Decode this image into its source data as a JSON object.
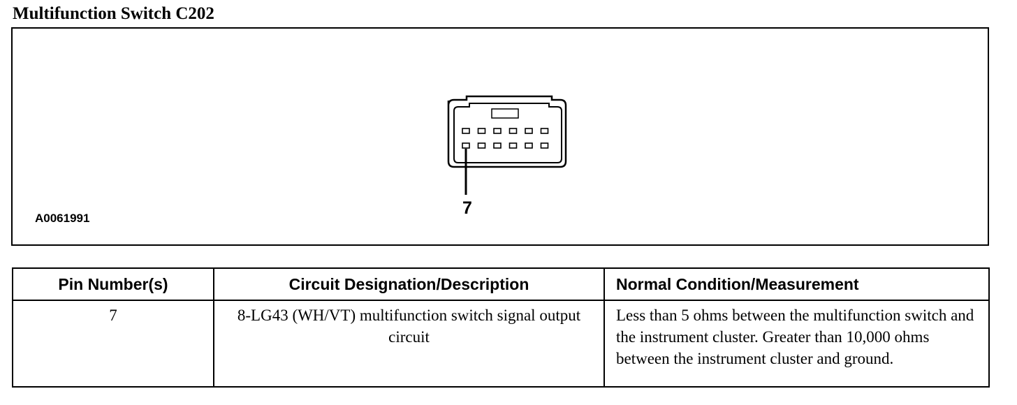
{
  "title": "Multifunction Switch C202",
  "figure": {
    "id": "A0061991",
    "pin_callout": "7",
    "connector_pins_per_row": 6,
    "connector_rows": 2
  },
  "table": {
    "headers": [
      "Pin Number(s)",
      "Circuit Designation/Description",
      "Normal Condition/Measurement"
    ],
    "rows": [
      {
        "pin": "7",
        "circuit": "8-LG43 (WH/VT) multifunction switch signal output circuit",
        "condition": "Less than 5 ohms between the multifunction switch and the instrument cluster. Greater than 10,000 ohms between the instrument cluster and ground."
      }
    ]
  }
}
